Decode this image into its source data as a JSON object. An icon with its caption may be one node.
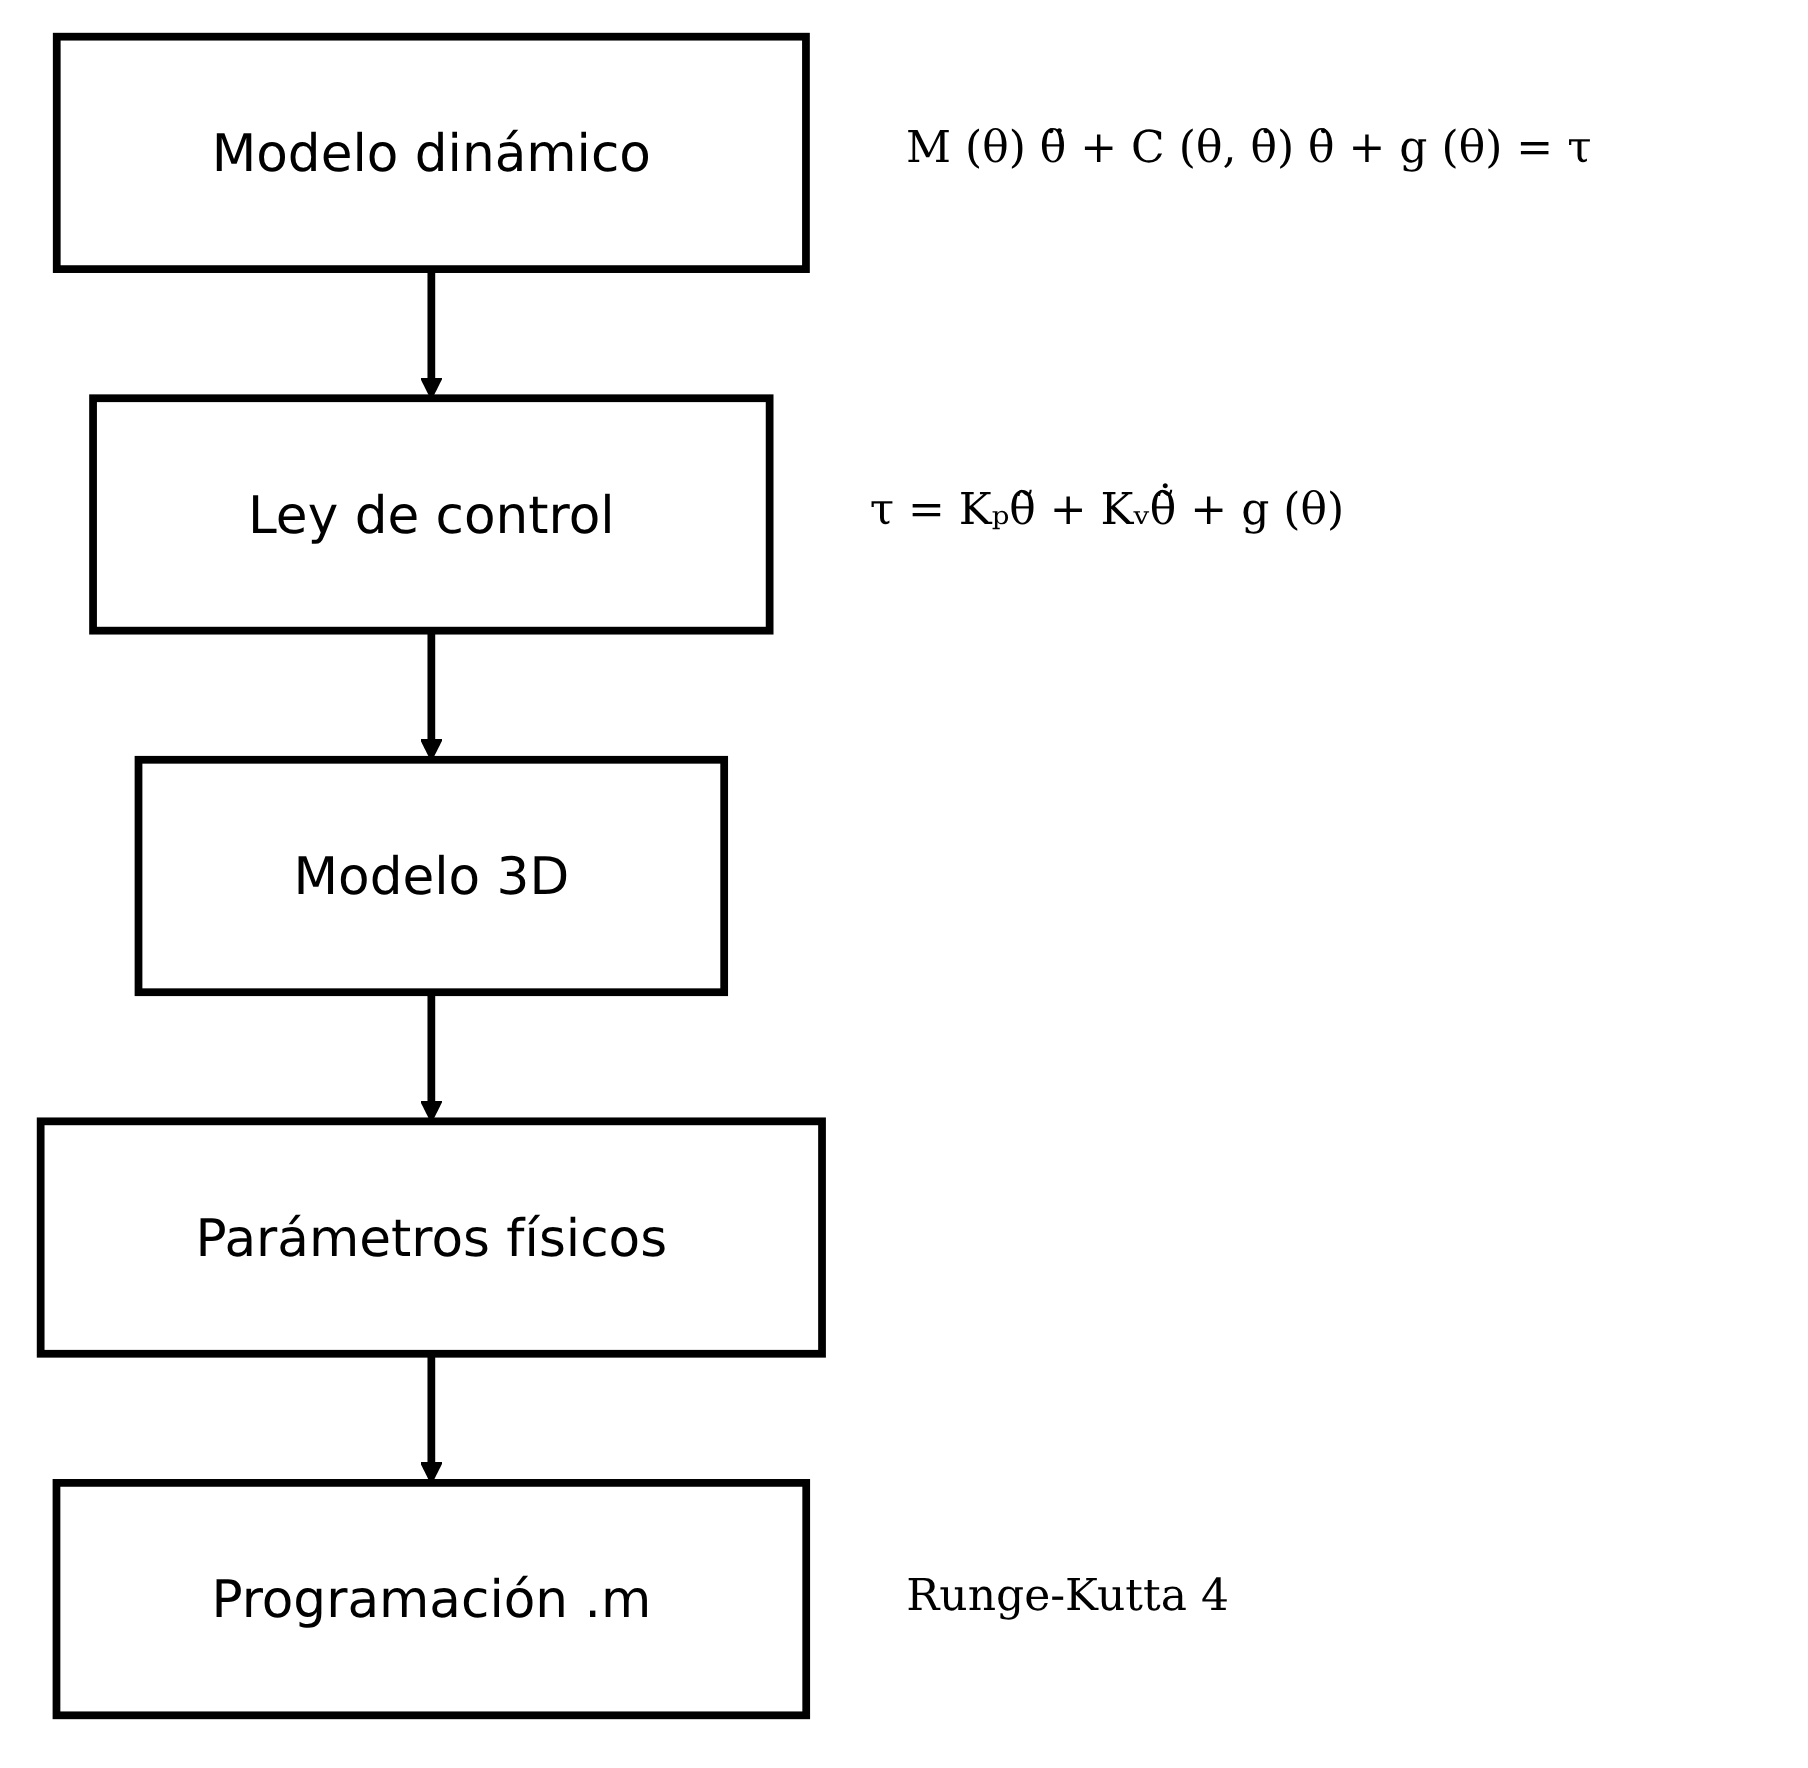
{
  "diagram": {
    "nodes": [
      {
        "text": [
          "Modelo dinámico"
        ],
        "beside": [
          "M (θ) θ̈ + C (θ, θ̇) θ̇ + g (θ) = τ"
        ]
      },
      {
        "text": [
          "Ley de control"
        ],
        "beside": [
          "τ = Kₚθ̃ + Kᵥθ̃̇ + g (θ)"
        ]
      },
      {
        "text": [
          "Modelo 3D"
        ]
      },
      {
        "text": [
          "Parámetros físicos"
        ]
      },
      {
        "text": [
          "Programación .m"
        ],
        "beside": [
          "Runge-Kutta 4"
        ]
      }
    ],
    "edges": [
      {
        "from": 0,
        "to": 1,
        "arrow": "to"
      },
      {
        "from": 1,
        "to": 2,
        "arrow": "to"
      },
      {
        "from": 2,
        "to": 3,
        "arrow": "to"
      },
      {
        "from": 3,
        "to": 4,
        "arrow": "to"
      }
    ]
  }
}
